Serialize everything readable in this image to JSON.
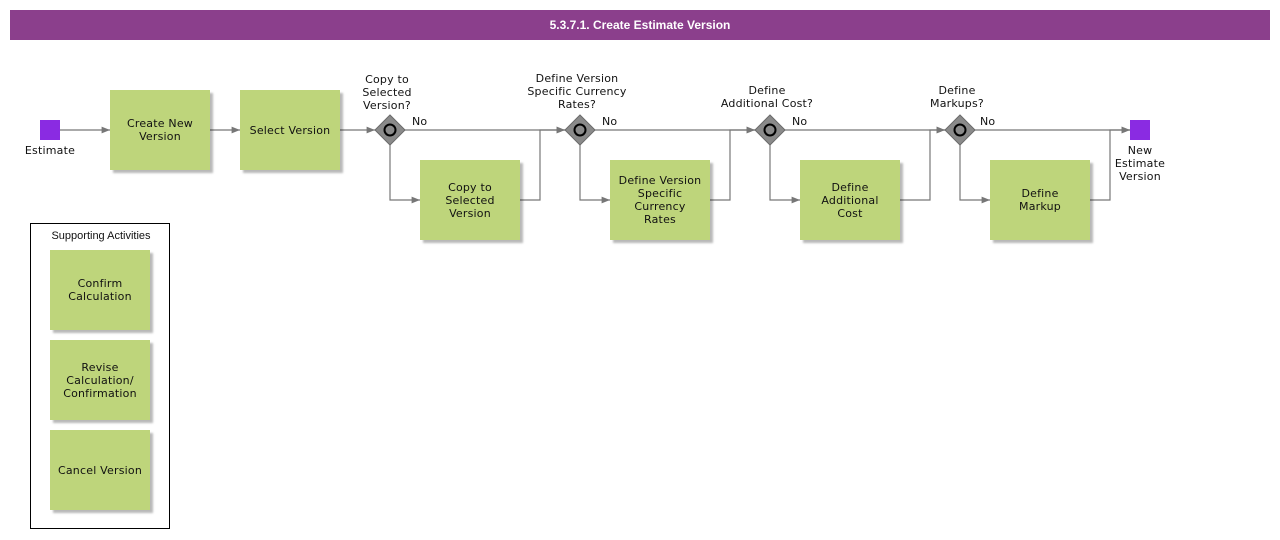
{
  "header": {
    "title": "5.3.7.1. Create Estimate Version"
  },
  "events": {
    "start_label": "Estimate",
    "end_label": "New\nEstimate\nVersion",
    "color": "#8a2be2"
  },
  "activities": {
    "create_new_version": "Create New\nVersion",
    "select_version": "Select Version",
    "copy_to_selected_version": "Copy to\nSelected\nVersion",
    "define_currency_rates": "Define Version\nSpecific\nCurrency\nRates",
    "define_additional_cost": "Define\nAdditional\nCost",
    "define_markup": "Define\nMarkup"
  },
  "gateways": {
    "copy_question": "Copy to\nSelected\nVersion?",
    "currency_question": "Define Version\nSpecific Currency\nRates?",
    "cost_question": "Define\nAdditional Cost?",
    "markups_question": "Define\nMarkups?",
    "no_label": "No"
  },
  "supporting": {
    "title": "Supporting Activities",
    "items": [
      "Confirm\nCalculation",
      "Revise\nCalculation/\nConfirmation",
      "Cancel Version"
    ]
  },
  "colors": {
    "header_bg": "#8b3f8c",
    "activity_fill": "#bed57b",
    "gateway_fill": "#8a8a8a",
    "connector": "#777777"
  }
}
